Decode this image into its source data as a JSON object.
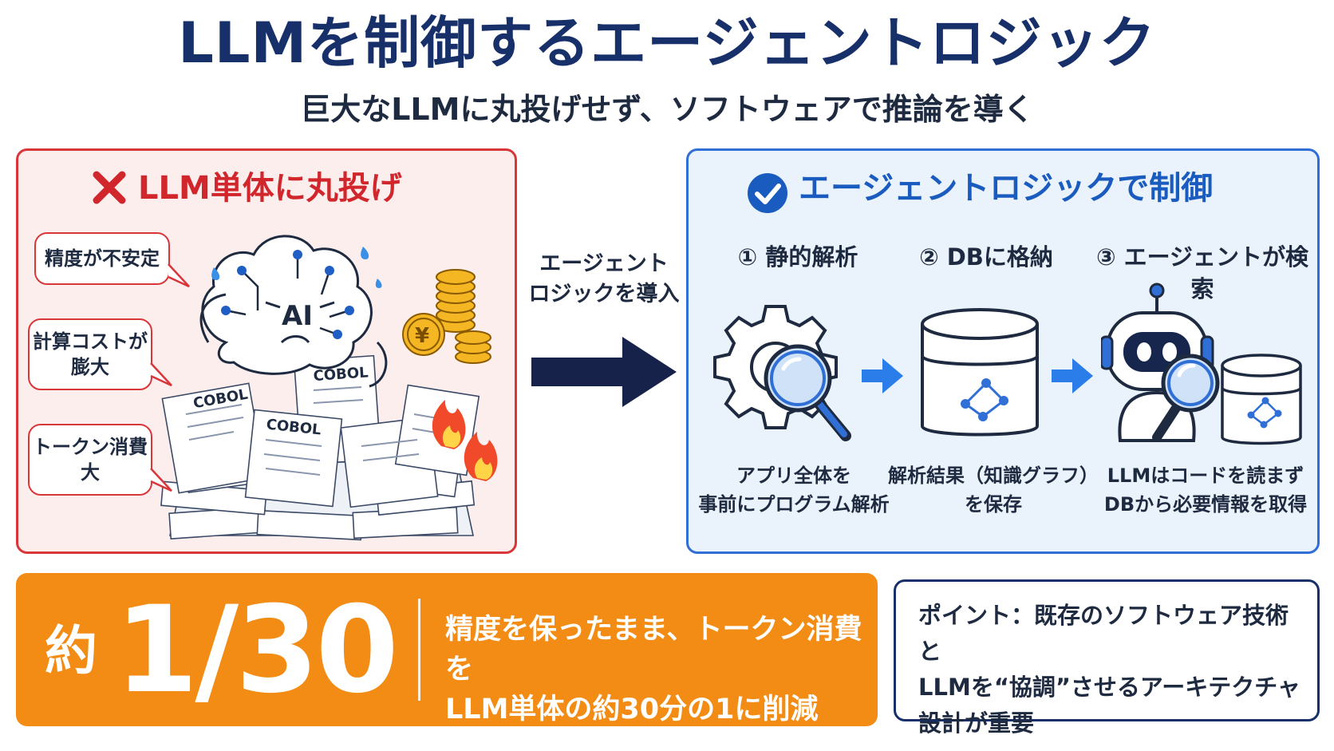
{
  "title": "LLMを制御するエージェントロジック",
  "subtitle": "巨大なLLMに丸投げせず、ソフトウェアで推論を導く",
  "left_panel": {
    "heading": "LLM単体に丸投げ",
    "bubbles": [
      {
        "line1": "精度が不安定",
        "line2": ""
      },
      {
        "line1": "計算コストが",
        "line2": "膨大"
      },
      {
        "line1": "トークン消費",
        "line2": "大"
      }
    ],
    "brain_label": "AI",
    "doc_labels": [
      "COBOL",
      "COBOL",
      "COBOL"
    ],
    "coin_symbol": "¥"
  },
  "transition": {
    "line1": "エージェント",
    "line2": "ロジックを導入"
  },
  "right_panel": {
    "heading": "エージェントロジックで制御",
    "steps": [
      {
        "title": "① 静的解析",
        "desc1": "アプリ全体を",
        "desc2": "事前にプログラム解析"
      },
      {
        "title": "② DBに格納",
        "desc1": "解析結果（知識グラフ）",
        "desc2": "を保存"
      },
      {
        "title": "③ エージェントが検索",
        "desc1": "LLMはコードを読まず",
        "desc2": "DBから必要情報を取得"
      }
    ]
  },
  "result": {
    "prefix": "約",
    "value": "1/30",
    "line1": "精度を保ったまま、トークン消費を",
    "line2": "LLM単体の約30分の1に削減"
  },
  "point": {
    "line1": "ポイント：既存のソフトウェア技術と",
    "line2": "LLMを“協調”させるアーキテクチャ",
    "line3": "設計が重要"
  },
  "colors": {
    "navy": "#17306a",
    "red": "#d9363a",
    "blue": "#2f6fd6",
    "orange": "#f28c14"
  }
}
